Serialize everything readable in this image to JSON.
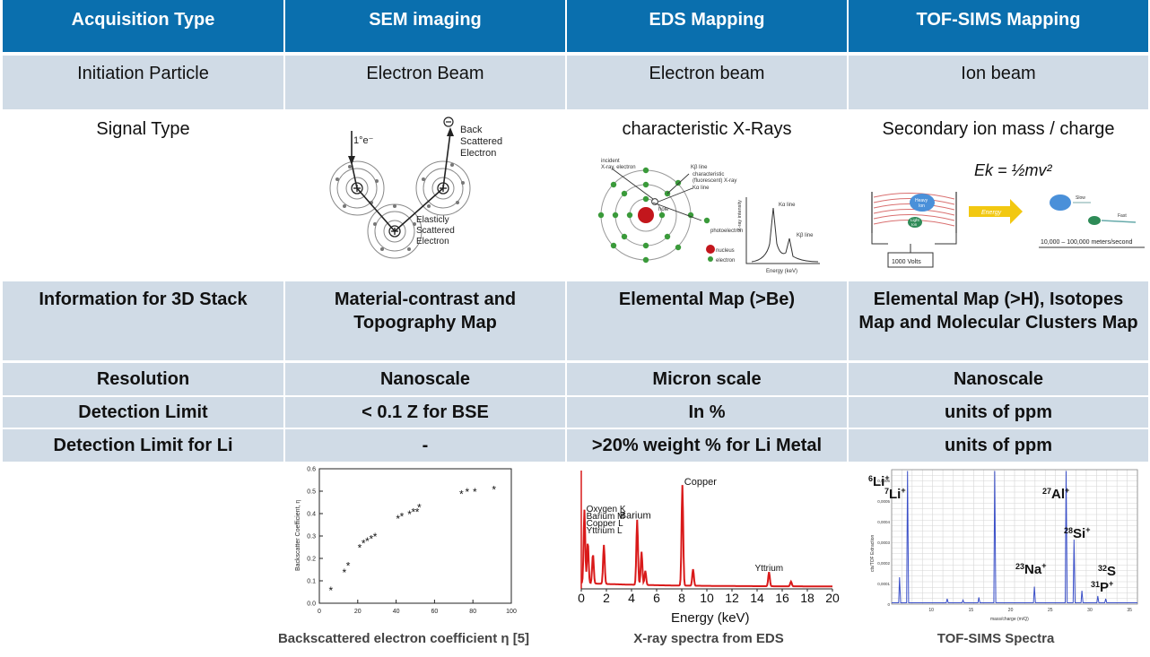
{
  "header": {
    "col0": "Acquisition Type",
    "col1": "SEM imaging",
    "col2": "EDS Mapping",
    "col3": "TOF-SIMS Mapping"
  },
  "rows": {
    "initiation": {
      "label": "Initiation Particle",
      "sem": "Electron Beam",
      "eds": "Electron beam",
      "tof": "Ion beam"
    },
    "signal": {
      "label": "Signal Type",
      "sem": "",
      "eds": "characteristic X-Rays",
      "tof": "Secondary ion mass / charge"
    },
    "info": {
      "label": "Information for 3D Stack",
      "sem": "Material-contrast and Topography Map",
      "eds": "Elemental Map (>Be)",
      "tof": "Elemental Map (>H), Isotopes Map and Molecular Clusters Map"
    },
    "resolution": {
      "label": "Resolution",
      "sem": "Nanoscale",
      "eds": "Micron scale",
      "tof": "Nanoscale"
    },
    "detection": {
      "label": "Detection Limit",
      "sem": "< 0.1 Z for BSE",
      "eds": "In %",
      "tof": "units of ppm"
    },
    "detection_li": {
      "label": "Detection Limit for Li",
      "sem": "-",
      "eds": ">20% weight % for Li Metal",
      "tof": "units of ppm"
    }
  },
  "sem_diagram": {
    "primary": "1°e⁻",
    "back": "Back",
    "scattered": "Scattered",
    "electron": "Electron",
    "elastic1": "Elasticly",
    "elastic2": "Scattered",
    "elastic3": "Electron"
  },
  "eds_diagram": {
    "incident1": "incident",
    "incident2": "X-ray, electron",
    "kb_line": "Kβ line",
    "char1": "characteristic",
    "char2": "(fluorescent) X-ray",
    "ka_line": "Kα line",
    "hole": "hole",
    "photoelectron": "photoelectron",
    "nucleus": "nucleus",
    "electron": "electron",
    "yaxis": "X-ray intensity",
    "xaxis": "Energy (keV)",
    "peak_ka": "Kα line",
    "peak_kb": "Kβ line"
  },
  "tof_diagram": {
    "equation": "Ek = ½mv²",
    "heavy1": "Heavy",
    "heavy2": "Ion",
    "light1": "Light",
    "light2": "Ion",
    "energy": "Energy",
    "slow": "Slow",
    "fast": "Fast",
    "volts": "1000 Volts",
    "speed": "10,000 – 100,000 meters/second"
  },
  "captions": {
    "sem": "Backscattered electron coefficient η [5]",
    "eds": "X-ray spectra from EDS",
    "tof": "TOF-SIMS Spectra"
  },
  "chart_data": [
    {
      "type": "scatter",
      "ylabel": "Backscatter Coefficient, η",
      "xlabel": "",
      "xlim": [
        0,
        100
      ],
      "ylim": [
        0,
        0.6
      ],
      "xticks": [
        "0",
        "20",
        "40",
        "60",
        "80",
        "100"
      ],
      "yticks": [
        "0.0",
        "0.1",
        "0.2",
        "0.3",
        "0.4",
        "0.5",
        "0.6"
      ],
      "x": [
        6,
        13,
        15,
        21,
        23,
        25,
        27,
        29,
        41,
        43,
        47,
        49,
        51,
        52,
        74,
        77,
        81,
        91
      ],
      "y": [
        0.06,
        0.14,
        0.17,
        0.25,
        0.27,
        0.28,
        0.29,
        0.3,
        0.38,
        0.39,
        0.4,
        0.41,
        0.41,
        0.43,
        0.49,
        0.5,
        0.5,
        0.51
      ]
    },
    {
      "type": "line",
      "xlabel": "Energy (keV)",
      "ylabel": "",
      "xlim": [
        0,
        20
      ],
      "xticks": [
        "0",
        "2",
        "4",
        "6",
        "8",
        "10",
        "12",
        "14",
        "16",
        "18",
        "20"
      ],
      "series_color": "#D91A1A",
      "peaks": [
        {
          "x": 0.25,
          "y": 0.62
        },
        {
          "x": 0.52,
          "y": 0.35
        },
        {
          "x": 0.93,
          "y": 0.25
        },
        {
          "x": 1.8,
          "y": 0.33
        },
        {
          "x": 4.45,
          "y": 0.55
        },
        {
          "x": 4.8,
          "y": 0.28
        },
        {
          "x": 5.1,
          "y": 0.12
        },
        {
          "x": 8.05,
          "y": 0.85
        },
        {
          "x": 8.9,
          "y": 0.14
        },
        {
          "x": 14.95,
          "y": 0.12
        },
        {
          "x": 16.7,
          "y": 0.04
        }
      ],
      "labels": [
        "Copper",
        "Barium",
        "Oxygen K",
        "Barium M",
        "Copper L",
        "Yttrium L",
        "Yttrium"
      ]
    },
    {
      "type": "line",
      "xlabel": "mass/charge (m/Q)",
      "ylabel": "cts/TOF Extraction",
      "xlim": [
        5,
        36
      ],
      "xticks": [
        "10",
        "15",
        "20",
        "25",
        "30",
        "35"
      ],
      "yticks": [
        "0",
        "0,0001",
        "0,0002",
        "0,0003",
        "0,0004",
        "0,0005",
        "0,0006"
      ],
      "series_color": "#3A4FC8",
      "peaks": [
        {
          "x": 6,
          "y": 0.2
        },
        {
          "x": 7,
          "y": 0.99
        },
        {
          "x": 12,
          "y": 0.04
        },
        {
          "x": 14,
          "y": 0.03
        },
        {
          "x": 16,
          "y": 0.05
        },
        {
          "x": 18,
          "y": 0.99
        },
        {
          "x": 23,
          "y": 0.13
        },
        {
          "x": 27,
          "y": 0.99
        },
        {
          "x": 28,
          "y": 0.48
        },
        {
          "x": 29,
          "y": 0.1
        },
        {
          "x": 31,
          "y": 0.06
        },
        {
          "x": 32,
          "y": 0.04
        }
      ],
      "labels": [
        "6Li+",
        "7Li+",
        "27Al+",
        "28Si+",
        "23Na+",
        "32S",
        "31P+"
      ]
    }
  ]
}
